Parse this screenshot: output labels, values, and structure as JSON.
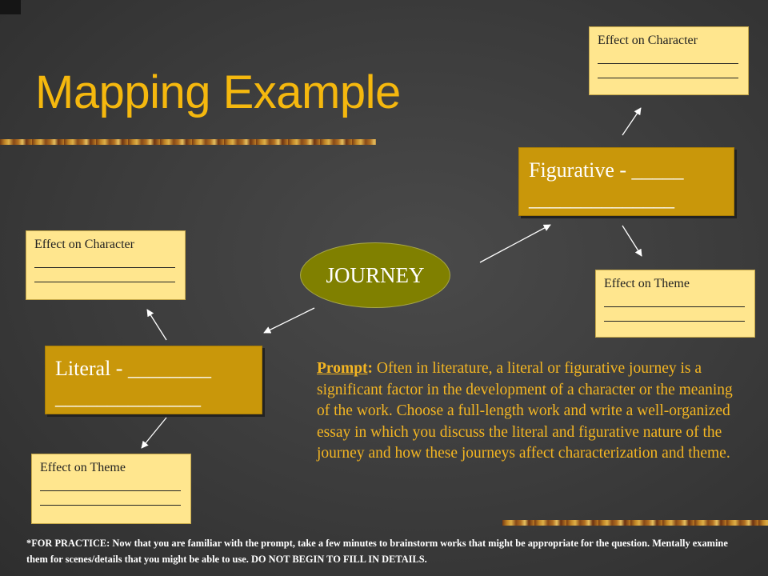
{
  "title": "Mapping Example",
  "center": {
    "label": "JOURNEY"
  },
  "figurative": {
    "label": "Figurative - _____",
    "blank": "______________",
    "effect_character": {
      "label": "Effect on Character",
      "line1": "________________",
      "line2": "________________"
    },
    "effect_theme": {
      "label": "Effect on Theme",
      "line1": "________________",
      "line2": "________________"
    }
  },
  "literal": {
    "label": "Literal - ________",
    "blank": "______________",
    "effect_character": {
      "label": "Effect on Character",
      "line1": "________________",
      "line2": "________________"
    },
    "effect_theme": {
      "label": "Effect on Theme",
      "line1": "________________",
      "line2": "________________"
    }
  },
  "prompt": {
    "label": "Prompt",
    "text": "Often in literature, a literal or figurative journey is a significant factor in the development of a character or the meaning of the work.  Choose a full-length work and write a well-organized essay in which you discuss the literal and figurative nature of the journey and how these journeys affect characterization and theme."
  },
  "footnote": "*FOR PRACTICE:  Now that you are familiar with the prompt, take a few minutes to brainstorm works that might be appropriate for the question.  Mentally examine them for scenes/details that you might be able to use.  DO NOT BEGIN TO FILL IN DETAILS.",
  "colors": {
    "background": "#3b3b3b",
    "title": "#f5b80e",
    "node_fill": "#c9970a",
    "effect_fill": "#ffe68e",
    "oval_fill": "#808000",
    "prompt_text": "#f3b522"
  }
}
